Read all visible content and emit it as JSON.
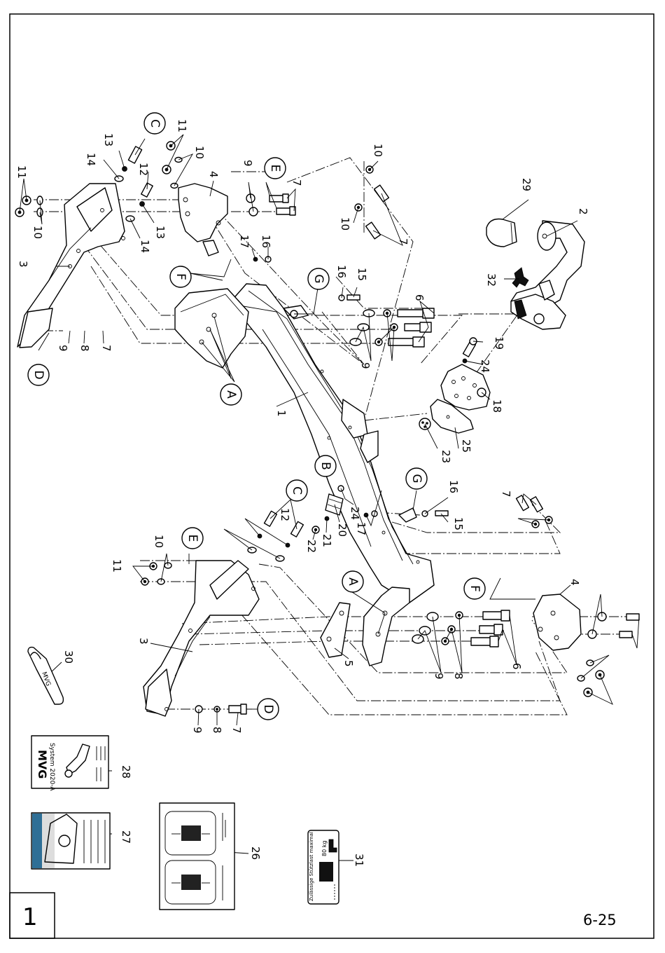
{
  "sheet": {
    "number": "1",
    "code": "6-25"
  },
  "callouts": [
    "A",
    "A",
    "B",
    "C",
    "C",
    "D",
    "D",
    "E",
    "E",
    "F",
    "F",
    "G",
    "G"
  ],
  "part_numbers": [
    "1",
    "2",
    "3",
    "3",
    "4",
    "4",
    "5",
    "6",
    "6",
    "7",
    "7",
    "7",
    "7",
    "7",
    "8",
    "8",
    "8",
    "9",
    "9",
    "9",
    "9",
    "9",
    "10",
    "10",
    "10",
    "10",
    "10",
    "11",
    "11",
    "11",
    "12",
    "12",
    "13",
    "13",
    "14",
    "14",
    "15",
    "15",
    "16",
    "16",
    "16",
    "17",
    "17",
    "18",
    "19",
    "20",
    "21",
    "22",
    "23",
    "24",
    "24",
    "25",
    "26",
    "27",
    "28",
    "29",
    "30",
    "31",
    "32"
  ],
  "booklet": {
    "brand": "MVG",
    "title": "System 2020-A"
  },
  "load_label": {
    "text": "Zulässige Stützlast maximal",
    "value": "80 kg"
  },
  "tag_brand": "MVG"
}
